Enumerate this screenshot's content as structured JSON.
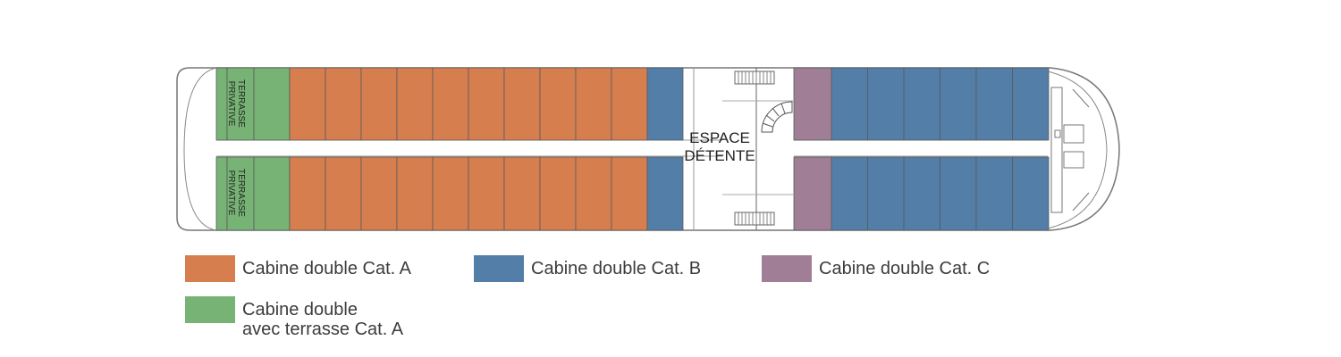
{
  "colors": {
    "cat_a": "#d77e4f",
    "cat_b": "#527ea8",
    "cat_c": "#a07f96",
    "terrace": "#76b374",
    "outline": "#777777",
    "hull_fill": "#ffffff"
  },
  "zones": {
    "terrace_label_line1": "TERRASSE",
    "terrace_label_line2": "PRIVATIVE",
    "lounge_label_line1": "ESPACE",
    "lounge_label_line2": "DÉTENTE"
  },
  "legend": [
    {
      "category": "cat_a",
      "label": "Cabine double Cat. A"
    },
    {
      "category": "cat_b",
      "label": "Cabine double Cat. B"
    },
    {
      "category": "cat_c",
      "label": "Cabine double Cat. C"
    },
    {
      "category": "terrace",
      "label_line1": "Cabine double",
      "label_line2": "avec terrasse Cat. A"
    }
  ]
}
